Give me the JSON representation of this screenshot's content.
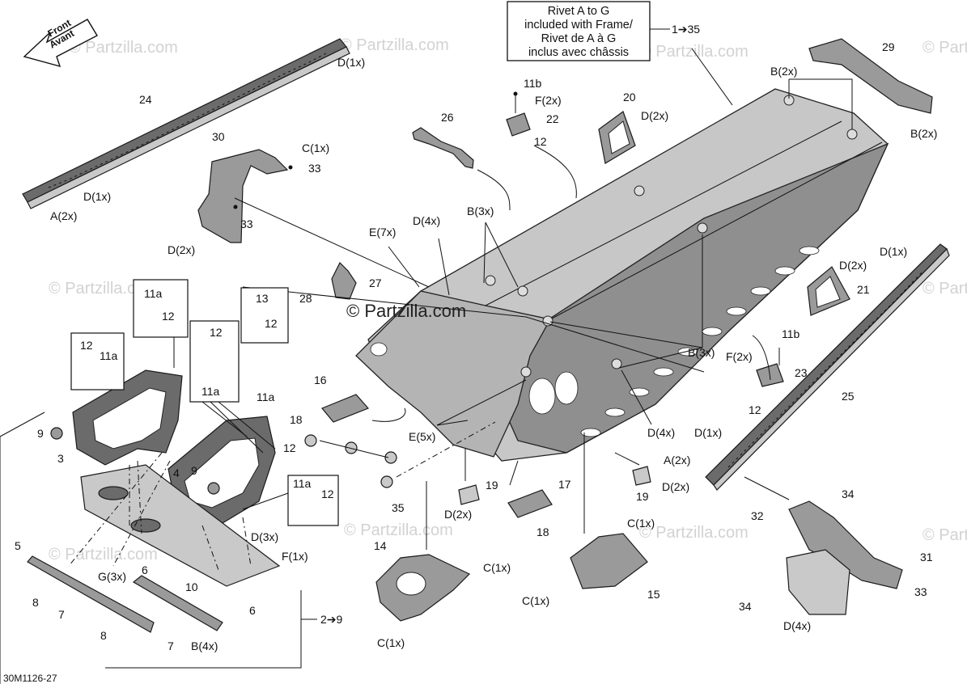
{
  "diagram": {
    "note_box": {
      "lines": [
        "Rivet A to G",
        "included with Frame/",
        "Rivet de A à G",
        "inclus avec châssis"
      ],
      "range": "1➔35"
    },
    "front_arrow": [
      "Front",
      "Avant"
    ],
    "watermark": "© Partzilla.com",
    "center_watermark": "© Partzilla.com",
    "figure_code": "30M1126-27",
    "bottom_range": "2➔9",
    "callouts": {
      "c24": "24",
      "c24_d1": "D(1x)",
      "c24_d2": "D(1x)",
      "c24_a": "A(2x)",
      "c30": "30",
      "c30_c": "C(1x)",
      "c30_33a": "33",
      "c30_33b": "33",
      "c30_d": "D(2x)",
      "c26": "26",
      "c11b_top": "11b",
      "c_f2x_top": "F(2x)",
      "c22": "22",
      "c12_top": "12",
      "c20": "20",
      "c20_d": "D(2x)",
      "c29": "29",
      "c29_b1": "B(2x)",
      "c29_b2": "B(2x)",
      "c_b3x_top": "B(3x)",
      "c_d4x_top": "D(4x)",
      "c_e7x": "E(7x)",
      "c27": "27",
      "c28": "28",
      "c13": "13",
      "c13_12": "12",
      "c11a_1": "11a",
      "c12_1": "12",
      "c12_2": "12",
      "c11a_2": "11a",
      "c12_3": "12",
      "c11a_3": "11a",
      "c11a_4": "11a",
      "c12_4": "12",
      "c11a_5": "11a",
      "c12_5": "12",
      "c9_a": "9",
      "c3": "3",
      "c4": "4",
      "c9_b": "9",
      "c16": "16",
      "c18_a": "18",
      "c35": "35",
      "c_e5x": "E(5x)",
      "c19_a": "19",
      "c19_a_d": "D(2x)",
      "c17": "17",
      "c18_b": "18",
      "c19_b": "19",
      "c19_b_d": "D(2x)",
      "c_b3x_mid": "B(3x)",
      "c_d4x_mid": "D(4x)",
      "c_d1x_r": "D(1x)",
      "c_d2x_21": "D(2x)",
      "c21": "21",
      "c11b_r": "11b",
      "c_f2x_r": "F(2x)",
      "c23": "23",
      "c12_r": "12",
      "c25": "25",
      "c_d1x_rb": "D(1x)",
      "c_a2x_r": "A(2x)",
      "c34_a": "34",
      "c32": "32",
      "c31": "31",
      "c34_b": "34",
      "c33_r": "33",
      "c_d4x_31": "D(4x)",
      "c14": "14",
      "c14_c1": "C(1x)",
      "c14_c2": "C(1x)",
      "c15": "15",
      "c15_c1": "C(1x)",
      "c15_c2": "C(1x)",
      "c5": "5",
      "c8_a": "8",
      "c7_a": "7",
      "c_g3x": "G(3x)",
      "c6_a": "6",
      "c_d3x": "D(3x)",
      "c_f1x": "F(1x)",
      "c6_b": "6",
      "c10": "10",
      "c8_b": "8",
      "c7_b": "7",
      "c_b4x": "B(4x)"
    }
  }
}
